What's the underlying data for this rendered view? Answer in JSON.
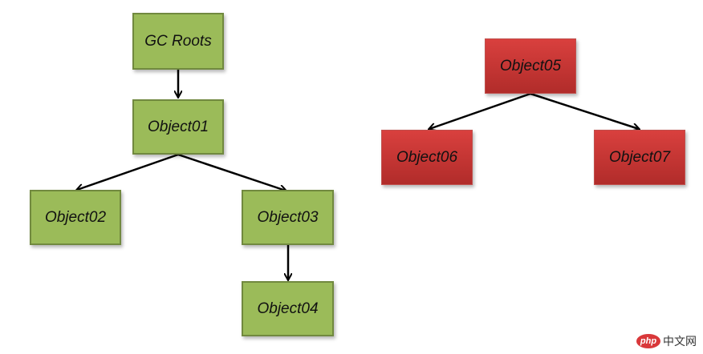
{
  "nodes": {
    "gc_roots": "GC Roots",
    "object01": "Object01",
    "object02": "Object02",
    "object03": "Object03",
    "object04": "Object04",
    "object05": "Object05",
    "object06": "Object06",
    "object07": "Object07"
  },
  "edges": [
    {
      "from": "GC Roots",
      "to": "Object01"
    },
    {
      "from": "Object01",
      "to": "Object02"
    },
    {
      "from": "Object01",
      "to": "Object03"
    },
    {
      "from": "Object03",
      "to": "Object04"
    },
    {
      "from": "Object05",
      "to": "Object06"
    },
    {
      "from": "Object05",
      "to": "Object07"
    }
  ],
  "colors": {
    "reachable_fill": "#9bbb59",
    "reachable_border": "#71893f",
    "unreachable_fill": "#c0504d",
    "arrow": "#000000"
  },
  "watermark": {
    "logo": "php",
    "text": "中文网"
  }
}
